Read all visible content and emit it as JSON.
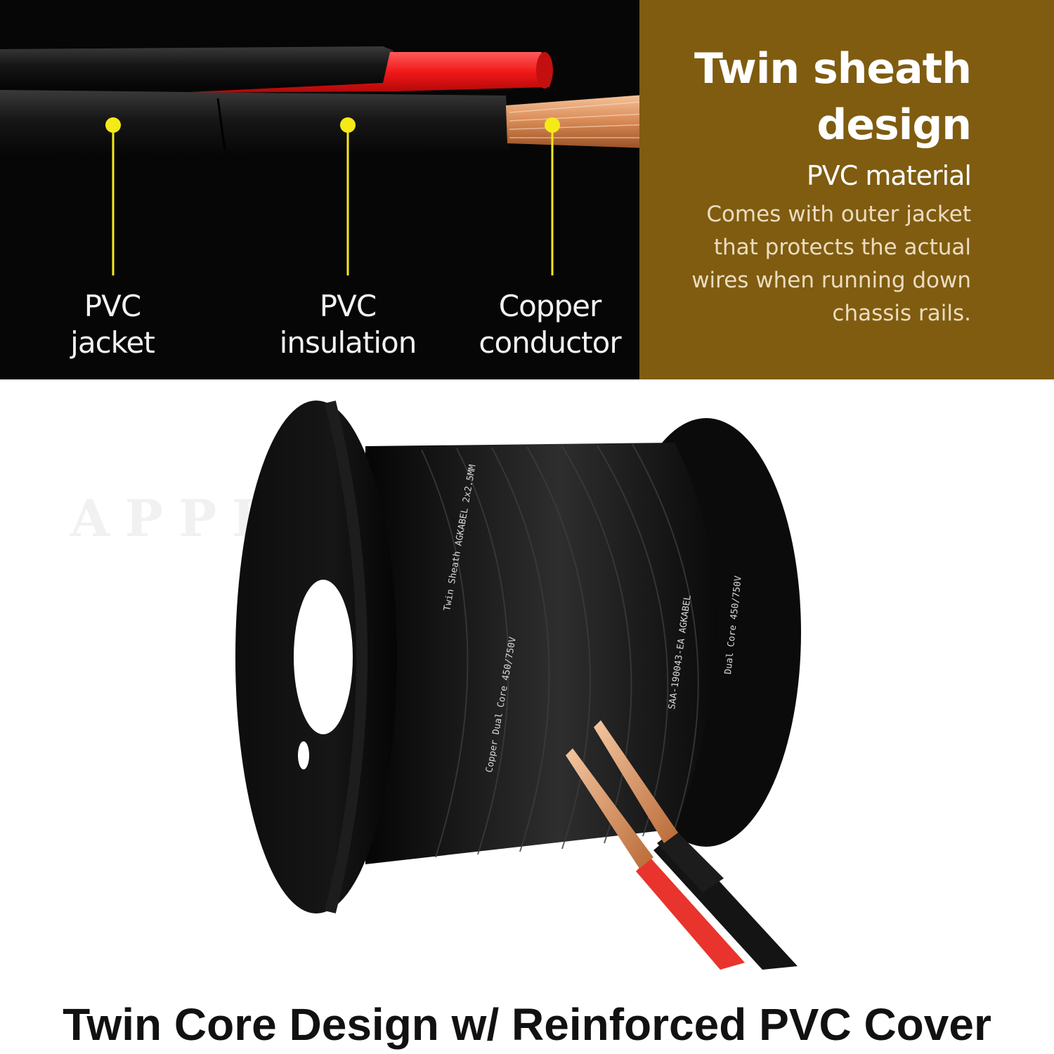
{
  "top_panel": {
    "labels": {
      "jacket": [
        "PVC",
        "jacket"
      ],
      "insulation": [
        "PVC",
        "insulation"
      ],
      "conductor": [
        "Copper",
        "conductor"
      ]
    },
    "marker_color": "#f5ea17"
  },
  "side_panel": {
    "heading": [
      "Twin sheath",
      "design"
    ],
    "subheading": "PVC material",
    "description": "Comes with outer jacket that protects the actual wires when running down chassis rails.",
    "background_color": "#7f5c10"
  },
  "product_image": {
    "watermark": "APPLEBY",
    "cable_print": [
      "Twin",
      "Sheath",
      "AGKABEL",
      "2x2.5MM",
      "Copper",
      "Dual",
      "Core",
      "450/750V",
      "SAA-190043-EA"
    ]
  },
  "caption": "Twin Core Design w/ Reinforced PVC Cover"
}
